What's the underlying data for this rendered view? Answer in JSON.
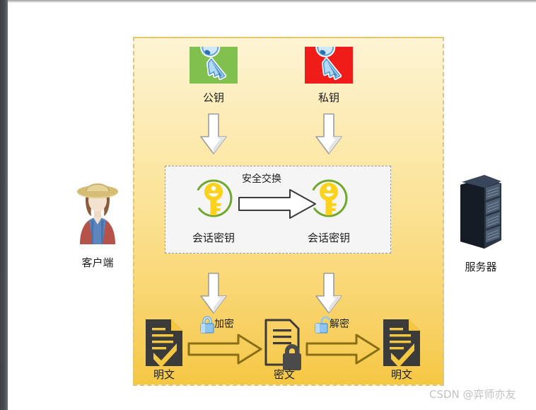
{
  "diagram": {
    "title_alt": "HTTPS hybrid encryption handshake diagram",
    "panel": {
      "bg_top_color": "#fdf4d4",
      "bg_bottom_color": "#f5c842",
      "border_color": "#d9c48a"
    },
    "keys": [
      {
        "id": "public-key",
        "label": "公钥",
        "tile_color": "#7fc04f",
        "key_color": "#8fc4ef"
      },
      {
        "id": "private-key",
        "label": "私钥",
        "tile_color": "#f01c19",
        "key_color": "#8fc4ef"
      }
    ],
    "session_box": {
      "exchange_label": "安全交换",
      "left_key_label": "会话密钥",
      "right_key_label": "会话密钥",
      "bg_color": "#f5f5f5",
      "border_color": "#9a9a9a",
      "key_color": "#fcd21c",
      "ring_color": "#6fa82c"
    },
    "flow": {
      "encrypt_label": "加密",
      "decrypt_label": "解密",
      "documents": [
        {
          "id": "plaintext-left",
          "label": "明文",
          "kind": "plaintext"
        },
        {
          "id": "ciphertext",
          "label": "密文",
          "kind": "ciphertext"
        },
        {
          "id": "plaintext-right",
          "label": "明文",
          "kind": "plaintext"
        }
      ],
      "arrow_color": "#8a6d17"
    },
    "actors": [
      {
        "id": "client",
        "label": "客户端"
      },
      {
        "id": "server",
        "label": "服务器"
      }
    ]
  },
  "watermark": {
    "text": "CSDN @弈师亦友",
    "color": "#c2c2c2"
  }
}
